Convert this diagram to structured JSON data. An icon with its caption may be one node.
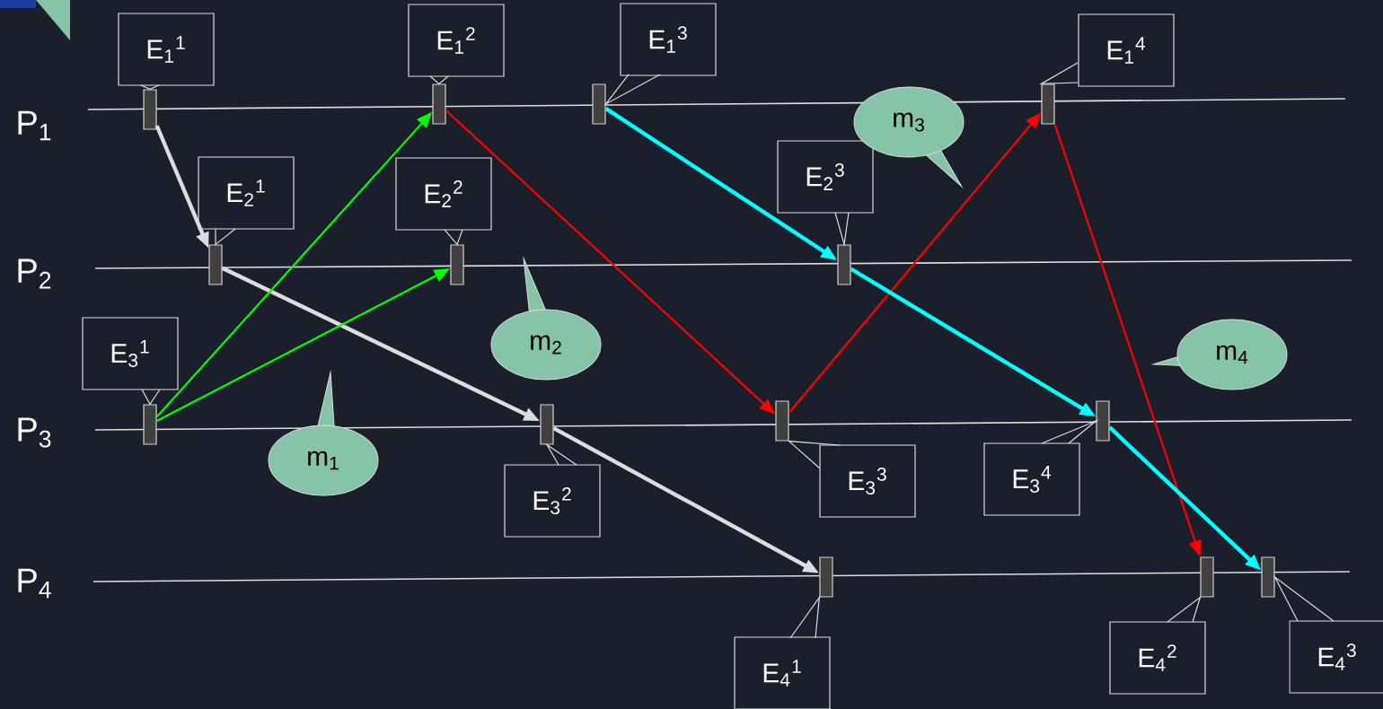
{
  "diagram": {
    "nodes": [
      {
        "text": [],
        "shape": "bar"
      },
      {
        "text": [],
        "shape": "bar"
      },
      {
        "text": [],
        "shape": "bar"
      },
      {
        "text": [],
        "shape": "bar"
      },
      {
        "text": [],
        "shape": "bar"
      },
      {
        "text": [],
        "shape": "bar"
      },
      {
        "text": [],
        "shape": "bar"
      },
      {
        "text": [],
        "shape": "bar"
      },
      {
        "text": [],
        "shape": "bar"
      },
      {
        "text": [],
        "shape": "bar"
      },
      {
        "text": [],
        "shape": "bar"
      },
      {
        "text": [],
        "shape": "bar"
      },
      {
        "text": [],
        "shape": "bar"
      },
      {
        "text": [],
        "shape": "bar"
      },
      {
        "text": [
          "E$_{1}$$^{1}$"
        ]
      },
      {
        "text": [
          "E$_{1}$$^{2}$"
        ]
      },
      {
        "text": [
          "E$_{1}$$^{3}$"
        ]
      },
      {
        "text": [
          "E$_{1}$$^{4}$"
        ]
      },
      {
        "text": [
          "E$_{2}$$^{1}$"
        ]
      },
      {
        "text": [
          "E$_{2}$$^{2}$"
        ]
      },
      {
        "text": [
          "E$_{2}$$^{3}$"
        ]
      },
      {
        "text": [
          "E$_{3}$$^{1}$"
        ]
      },
      {
        "text": [
          "E$_{3}$$^{2}$"
        ]
      },
      {
        "text": [
          "E$_{3}$$^{3}$"
        ]
      },
      {
        "text": [
          "E$_{3}$$^{4}$"
        ]
      },
      {
        "text": [
          "E$_{4}$$^{1}$"
        ]
      },
      {
        "text": [
          "E$_{4}$$^{2}$"
        ]
      },
      {
        "text": [
          "E$_{4}$$^{3}$"
        ]
      },
      {
        "text": [
          "m$_{1}$"
        ]
      },
      {
        "text": [
          "m$_{2}$"
        ]
      },
      {
        "text": [
          "m$_{3}$"
        ]
      },
      {
        "text": [
          "m$_{4}$"
        ]
      }
    ],
    "edges": [
      {
        "from": 14,
        "to": 0,
        "arrow": "none"
      },
      {
        "from": 15,
        "to": 1,
        "arrow": "none"
      },
      {
        "from": 16,
        "to": 2,
        "arrow": "none"
      },
      {
        "from": 17,
        "to": 3,
        "arrow": "none"
      },
      {
        "from": 18,
        "to": 4,
        "arrow": "none"
      },
      {
        "from": 19,
        "to": 5,
        "arrow": "none"
      },
      {
        "from": 20,
        "to": 6,
        "arrow": "none"
      },
      {
        "from": 21,
        "to": 7,
        "arrow": "none"
      },
      {
        "from": 22,
        "to": 8,
        "arrow": "none"
      },
      {
        "from": 23,
        "to": 9,
        "arrow": "none"
      },
      {
        "from": 24,
        "to": 10,
        "arrow": "none"
      },
      {
        "from": 25,
        "to": 11,
        "arrow": "none"
      },
      {
        "from": 26,
        "to": 12,
        "arrow": "none"
      },
      {
        "from": 27,
        "to": 13,
        "arrow": "none"
      },
      {
        "from": 0,
        "to": 4,
        "arrow": "to",
        "style": "thick"
      },
      {
        "from": 4,
        "to": 8,
        "arrow": "to",
        "style": "thick"
      },
      {
        "from": 8,
        "to": 11,
        "arrow": "to",
        "style": "thick"
      },
      {
        "from": 7,
        "to": 1,
        "arrow": "to",
        "color": "#00ff00"
      },
      {
        "from": 7,
        "to": 5,
        "arrow": "to",
        "color": "#00ff00"
      },
      {
        "from": 1,
        "to": 9,
        "arrow": "to",
        "color": "#ff0000"
      },
      {
        "from": 9,
        "to": 3,
        "arrow": "to",
        "color": "#ff0000"
      },
      {
        "from": 3,
        "to": 12,
        "arrow": "to",
        "color": "#ff0000"
      },
      {
        "from": 2,
        "to": 6,
        "arrow": "to",
        "style": "thick",
        "color": "#00ffff"
      },
      {
        "from": 6,
        "to": 10,
        "arrow": "to",
        "style": "thick",
        "color": "#00ffff"
      },
      {
        "from": 10,
        "to": 13,
        "arrow": "to",
        "style": "thick",
        "color": "#00ffff"
      }
    ],
    "labels": [
      "P$_{1}$",
      "P$_{2}$",
      "P$_{3}$",
      "P$_{4}$"
    ]
  }
}
